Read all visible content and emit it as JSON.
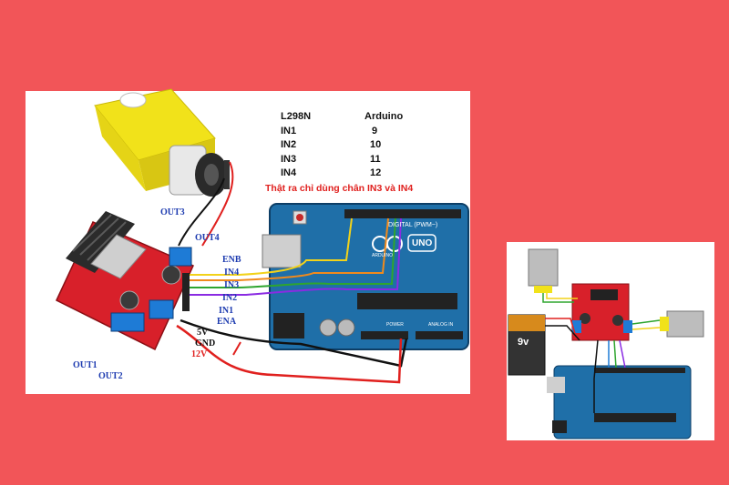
{
  "pin_table": {
    "headers": [
      "L298N",
      "Arduino"
    ],
    "rows": [
      {
        "l298n": "IN1",
        "arduino": "9"
      },
      {
        "l298n": "IN2",
        "arduino": "10"
      },
      {
        "l298n": "IN3",
        "arduino": "11"
      },
      {
        "l298n": "IN4",
        "arduino": "12"
      }
    ]
  },
  "note": "Thật ra chỉ dùng chân IN3 và IN4",
  "driver_labels": {
    "out3": "OUT3",
    "out4": "OUT4",
    "out1": "OUT1",
    "out2": "OUT2",
    "enb": "ENB",
    "in4": "IN4",
    "in3": "IN3",
    "in2": "IN2",
    "in1": "IN1",
    "ena": "ENA",
    "five_v": "5V",
    "gnd": "GND",
    "twelve_v": "12V"
  },
  "arduino_labels": {
    "uno": "UNO",
    "board": "ARDUINO",
    "digital": "DIGITAL (PWM~)",
    "power": "POWER",
    "analog": "ANALOG IN"
  },
  "battery_label": "9v",
  "colors": {
    "background": "#f25558",
    "board_blue": "#1f6fa8",
    "driver_red": "#d8202a",
    "wire_yellow": "#f2d21a",
    "wire_green": "#2ea52e",
    "wire_purple": "#8a2be2",
    "wire_orange": "#f08a1c",
    "note_red": "#e0201e",
    "label_blue": "#1d3bb0"
  }
}
